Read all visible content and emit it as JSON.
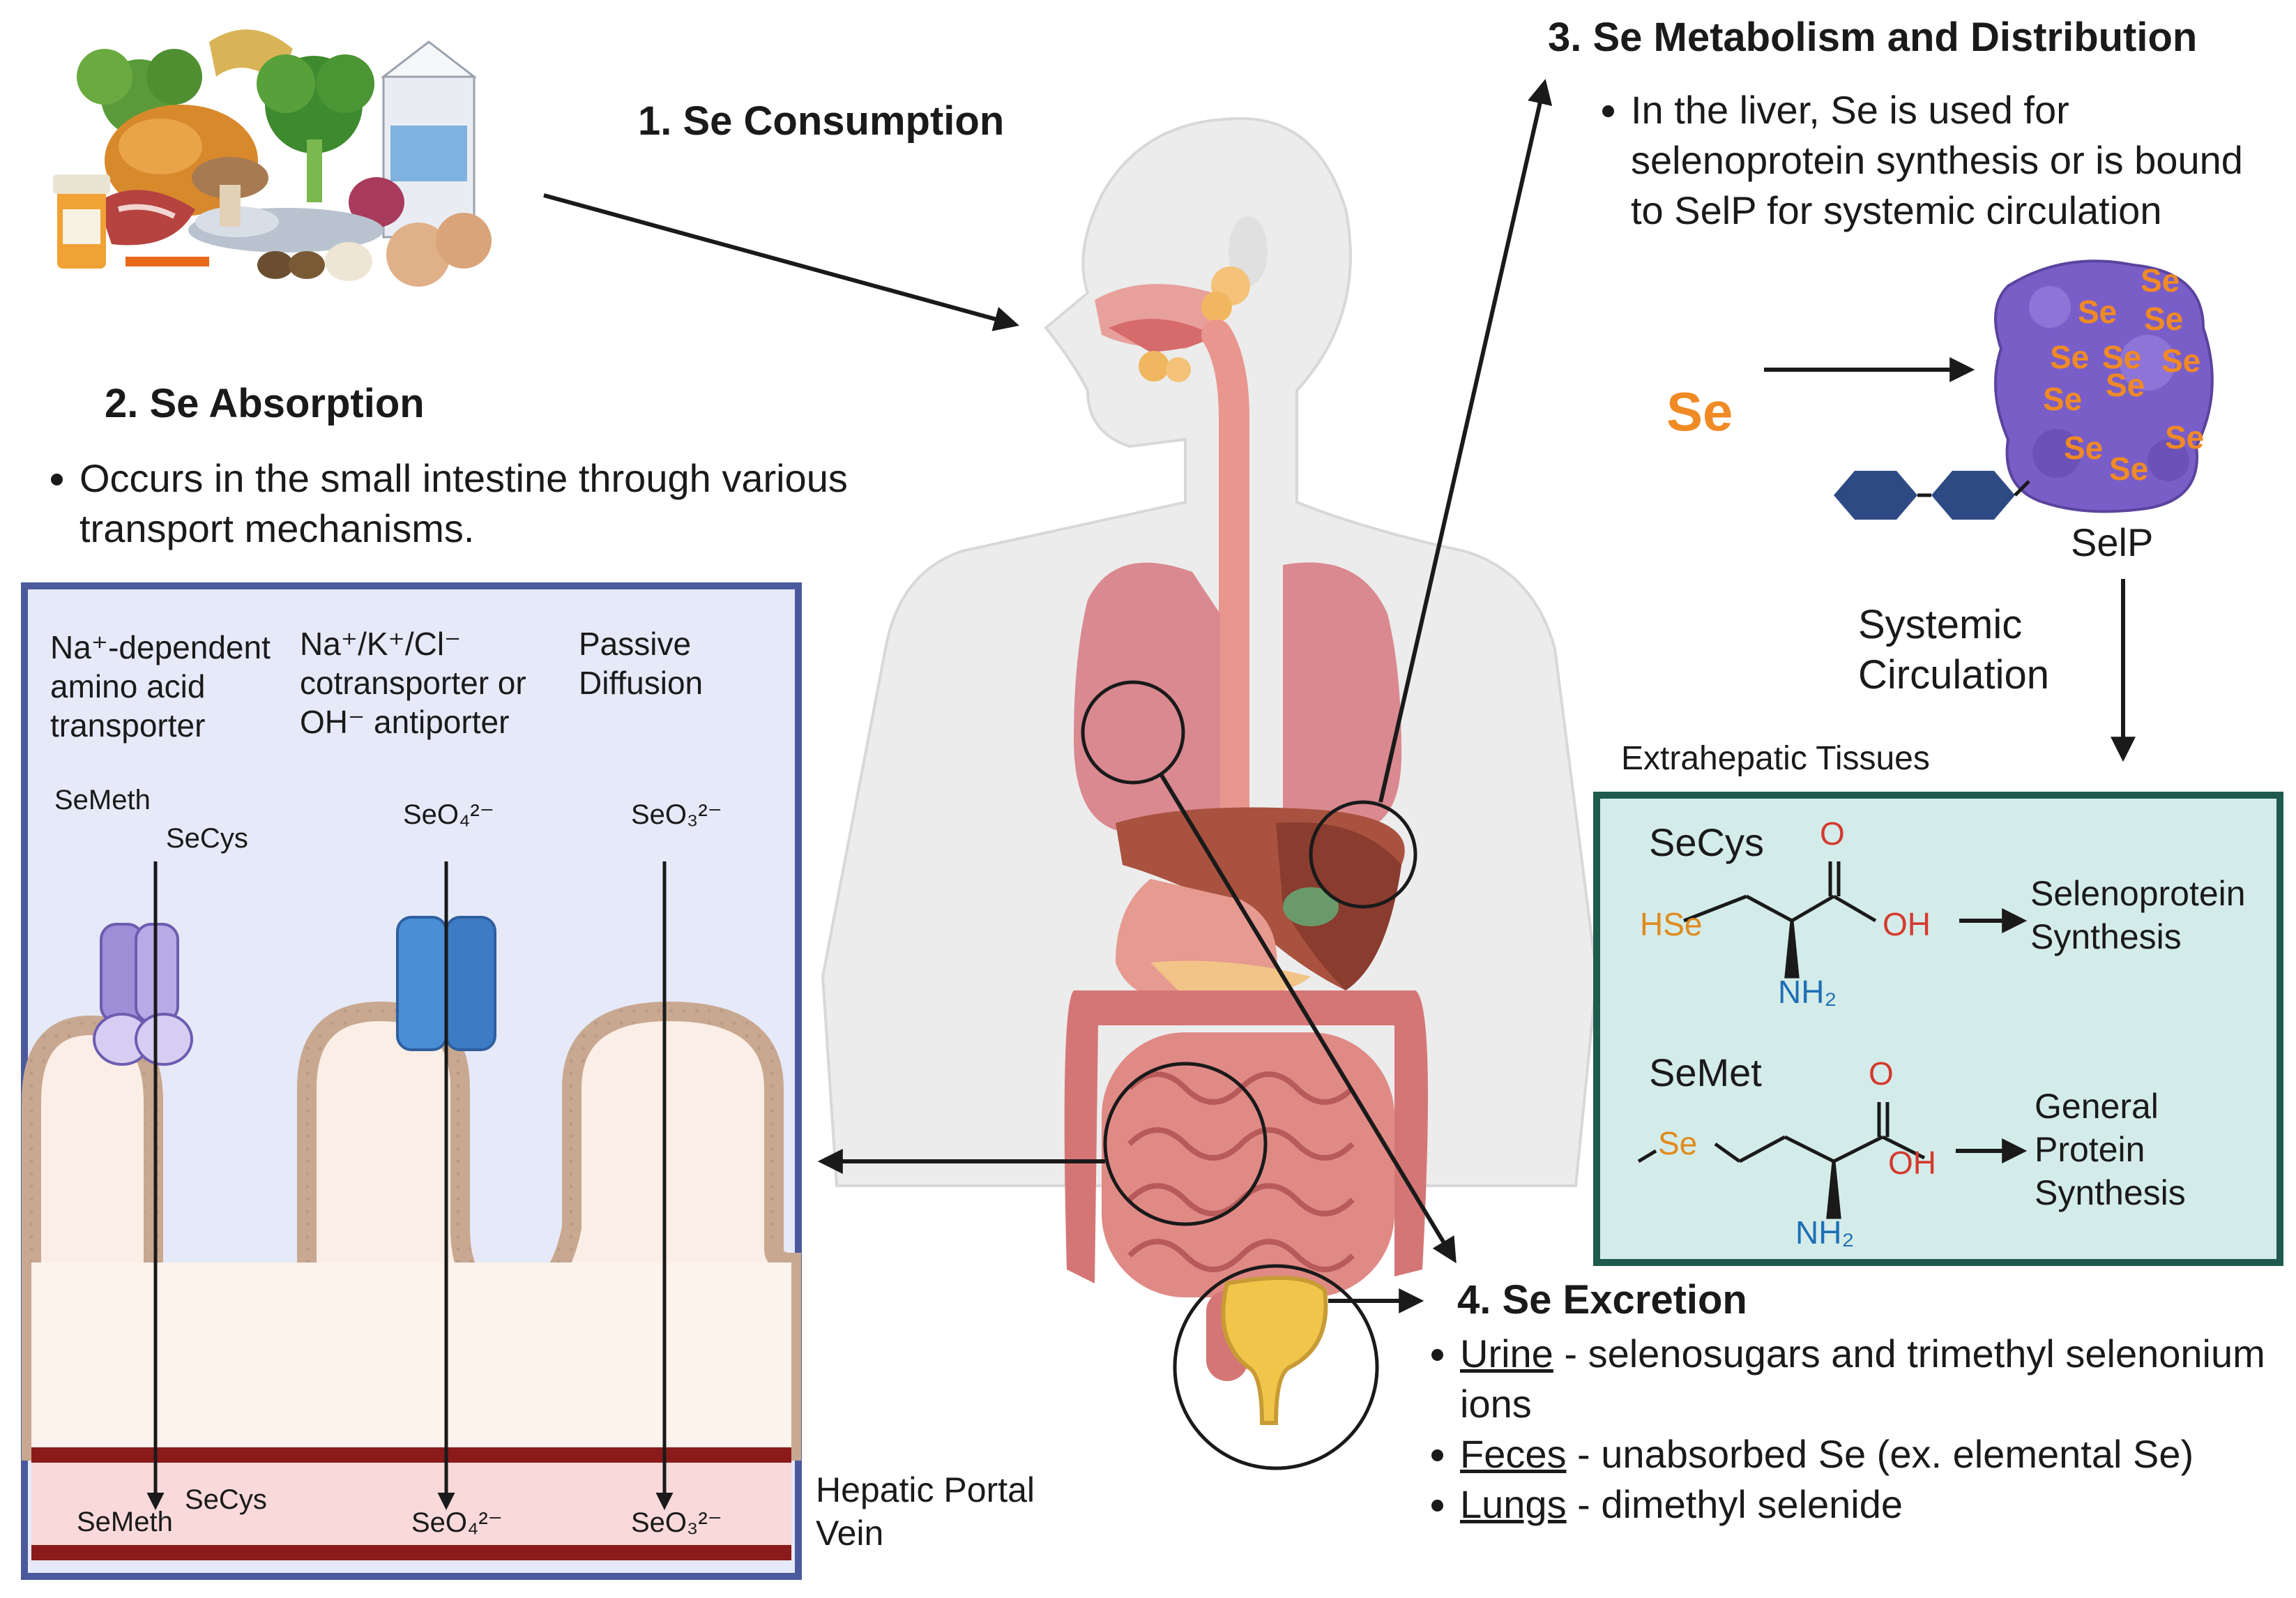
{
  "section1": {
    "title": "1. Se Consumption"
  },
  "section2": {
    "title": "2. Se Absorption",
    "bullet": "Occurs in the small intestine through various transport mechanisms.",
    "mechanisms": [
      {
        "label": "Na⁺-dependent amino acid transporter"
      },
      {
        "label": "Na⁺/K⁺/Cl⁻ cotransporter or OH⁻ antiporter"
      },
      {
        "label": "Passive Diffusion"
      }
    ],
    "lumen_species": [
      "SeMeth",
      "SeCys",
      "SeO₄²⁻",
      "SeO₃²⁻"
    ],
    "blood_species": [
      "SeMeth",
      "SeCys",
      "SeO₄²⁻",
      "SeO₃²⁻"
    ],
    "vessel_label": "Hepatic Portal Vein"
  },
  "section3": {
    "title": "3. Se Metabolism and Distribution",
    "bullet": "In the liver, Se is used for selenoprotein synthesis or is bound to SelP for systemic circulation",
    "se_label": "Se",
    "selp_label": "SelP",
    "se_on_protein": [
      "Se",
      "Se",
      "Se",
      "Se",
      "Se",
      "Se",
      "Se",
      "Se",
      "Se",
      "Se",
      "Se"
    ],
    "circulation_label": "Systemic Circulation",
    "tissues_label": "Extrahepatic Tissues",
    "secys": {
      "name": "SeCys",
      "hse": "HSe",
      "oh": "OH",
      "o": "O",
      "nh2": "NH₂",
      "product": "Selenoprotein Synthesis"
    },
    "semet": {
      "name": "SeMet",
      "se": "Se",
      "oh": "OH",
      "o": "O",
      "nh2": "NH₂",
      "product": "General Protein Synthesis"
    }
  },
  "section4": {
    "title": "4. Se Excretion",
    "items": [
      {
        "term": "Urine",
        "desc": " - selenosugars and trimethyl selenonium ions"
      },
      {
        "term": "Feces",
        "desc": " - unabsorbed Se (ex. elemental Se)"
      },
      {
        "term": "Lungs",
        "desc": " - dimethyl selenide"
      }
    ]
  },
  "colors": {
    "panel_border": "#4a5a9c",
    "panel_bg": "#e6e9f8",
    "tissue_box_border": "#1f5a4c",
    "tissue_box_bg": "#d4ece9",
    "se_orange": "#f08a24",
    "protein_purple": "#7a5ec8",
    "vessel_red": "#8b1a1a"
  }
}
